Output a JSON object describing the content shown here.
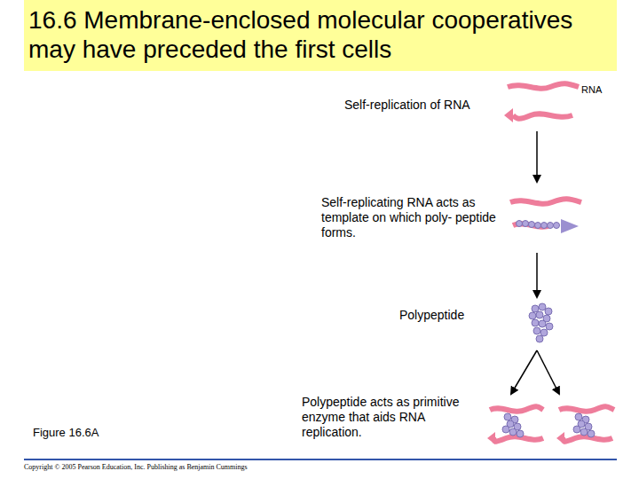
{
  "diagram": {
    "title": "16.6 Membrane-enclosed molecular cooperatives may have preceded the first cells",
    "labels": [
      "RNA",
      "Self-replication of RNA",
      "Self-replicating RNA acts as template on which poly- peptide forms.",
      "Polypeptide",
      "Polypeptide acts as primitive enzyme that aids RNA replication.",
      "Figure 16.6A",
      "Copyright © 2005 Pearson Education, Inc. Publishing as Benjamin Cummings"
    ]
  }
}
